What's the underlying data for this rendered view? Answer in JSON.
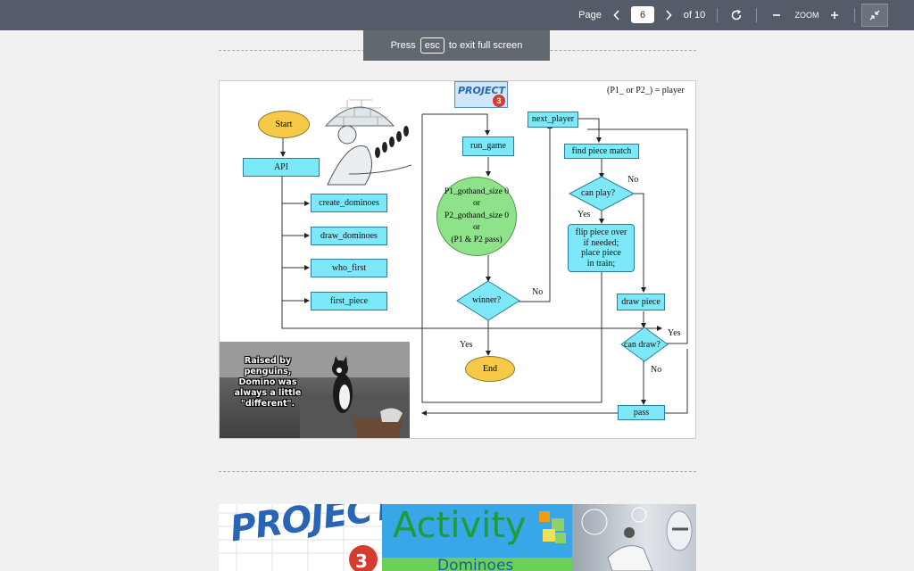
{
  "viewer": {
    "page_label": "Page",
    "page_current": "6",
    "page_total": "of 10",
    "zoom_label": "ZOOM",
    "fullscreen_toast": {
      "before": "Press",
      "key": "esc",
      "after": "to exit full screen"
    }
  },
  "slide": {
    "player_note": "(P1_ or P2_) = player",
    "project_badge": {
      "text": "PROJECT",
      "number": "3"
    },
    "start": "Start",
    "api": "API",
    "api_calls": [
      "create_dominoes",
      "draw_dominoes",
      "who_first",
      "first_piece"
    ],
    "run_game": "run_game",
    "end_condition": [
      "P1_gothand_size 0",
      "or",
      "P2_gothand_size 0",
      "or",
      "(P1 & P2 pass)"
    ],
    "winner": "winner?",
    "winner_no": "No",
    "winner_yes": "Yes",
    "end": "End",
    "next_player": "next_player",
    "find_piece_match": "find piece match",
    "can_play": "can play?",
    "can_play_no": "No",
    "can_play_yes": "Yes",
    "flip_piece": [
      "flip piece over",
      "if needed;",
      "place piece",
      "in train;"
    ],
    "draw_piece": "draw piece",
    "can_draw": "can draw?",
    "can_draw_yes": "Yes",
    "can_draw_no": "No",
    "pass": "pass",
    "cat_caption": "Raised by penguins, Domino was always a little \"different\"."
  },
  "next_slide": {
    "project_text": "PROJECT",
    "project_number": "3",
    "activity": "Activity",
    "subtitle": "Dominoes"
  },
  "colors": {
    "toolbar": "#535c68",
    "box_fill": "#7de8f7",
    "ellipse_yellow": "#f7c948",
    "decision_green": "#8ee38a"
  }
}
